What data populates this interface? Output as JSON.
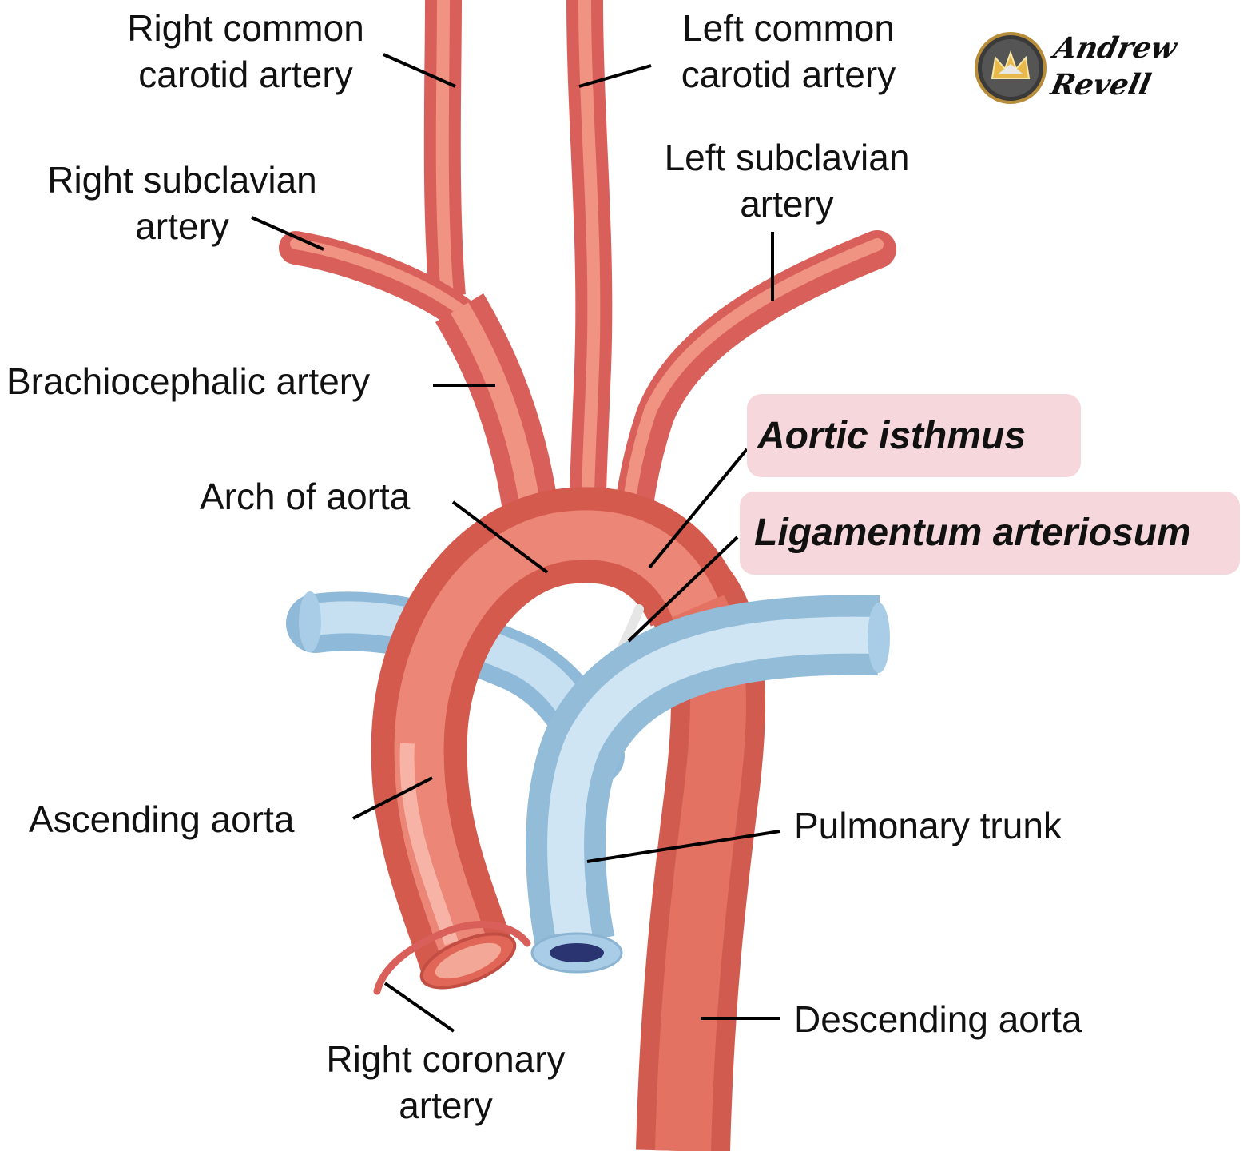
{
  "labels": {
    "right_common_carotid": [
      "Right common",
      "carotid artery"
    ],
    "left_common_carotid": [
      "Left common",
      "carotid artery"
    ],
    "right_subclavian": [
      "Right subclavian",
      "artery"
    ],
    "left_subclavian": [
      "Left subclavian",
      "artery"
    ],
    "brachiocephalic": "Brachiocephalic artery",
    "arch_of_aorta": "Arch of aorta",
    "ascending_aorta": "Ascending aorta",
    "pulmonary_trunk": "Pulmonary trunk",
    "descending_aorta": "Descending aorta",
    "right_coronary": [
      "Right coronary",
      "artery"
    ]
  },
  "highlighted": {
    "aortic_isthmus": "Aortic isthmus",
    "ligamentum_arteriosum": "Ligamentum arteriosum"
  },
  "logo": {
    "line1": "Andrew",
    "line2": "Revell"
  },
  "colors": {
    "artery": "#e0675a",
    "artery_light": "#f19a8d",
    "vein": "#a9cde6",
    "vein_light": "#d2e7f5",
    "highlight_bg": "#f6d8dc",
    "ligament": "#e6e6e6"
  }
}
